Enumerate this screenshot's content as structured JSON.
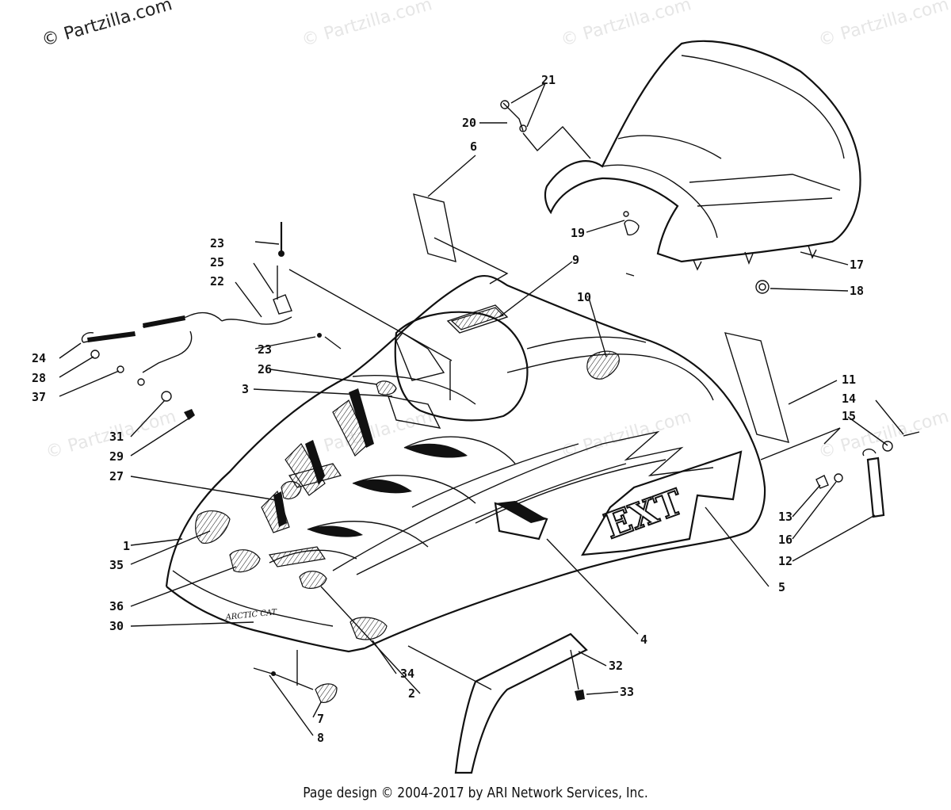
{
  "watermarks": {
    "main": "© Partzilla.com",
    "repeat": "© Partzilla.com"
  },
  "diagram": {
    "callouts": [
      "1",
      "2",
      "3",
      "4",
      "5",
      "6",
      "7",
      "8",
      "9",
      "10",
      "11",
      "12",
      "13",
      "14",
      "15",
      "16",
      "17",
      "18",
      "19",
      "20",
      "21",
      "22",
      "23",
      "23",
      "24",
      "25",
      "26",
      "27",
      "28",
      "29",
      "30",
      "31",
      "32",
      "33",
      "34",
      "35",
      "36",
      "37"
    ]
  },
  "footer": {
    "credit": "Page design © 2004-2017 by ARI Network Services, Inc."
  }
}
